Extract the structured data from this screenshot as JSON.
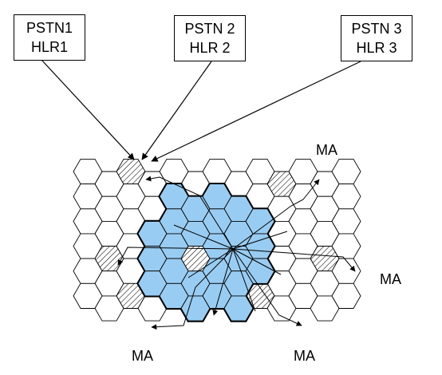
{
  "boxes": [
    {
      "line1": "PSTN1",
      "line2": "HLR1"
    },
    {
      "line1": "PSTN 2",
      "line2": "HLR 2"
    },
    {
      "line1": "PSTN 3",
      "line2": "HLR 3"
    }
  ],
  "ma_labels": [
    "MA",
    "MA",
    "MA",
    "MA"
  ],
  "colors": {
    "service_area_fill": "#99ccf2",
    "stroke": "#000000",
    "background": "#ffffff"
  }
}
